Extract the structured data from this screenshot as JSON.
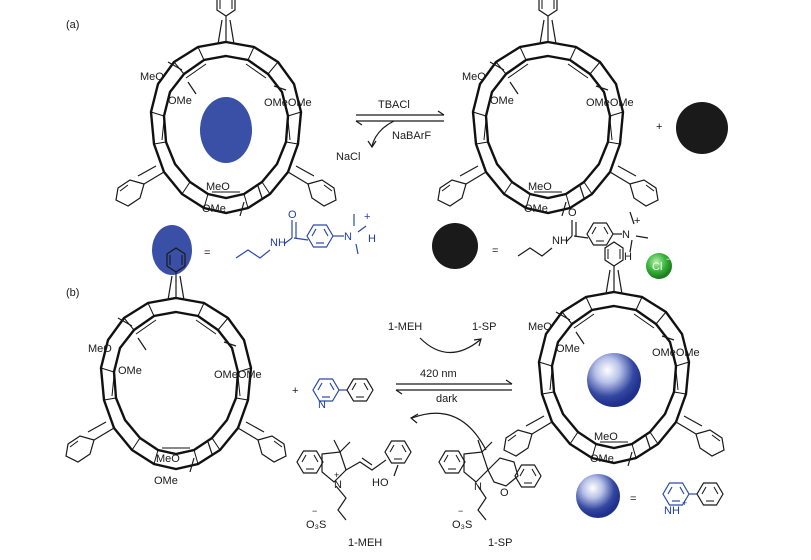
{
  "panel_a": {
    "label": "(a)",
    "host_left_labels": [
      "MeO",
      "OMe",
      "OMeOMe",
      "MeO",
      "OMe"
    ],
    "host_right_labels": [
      "MeO",
      "OMe",
      "OMeOMe",
      "MeO",
      "OMe"
    ],
    "arrow_forward": "TBACl",
    "arrow_backward": "NaBArF",
    "byproduct": "NaCl",
    "plus": "+",
    "equals": "=",
    "guest_blue_nh": "NH",
    "guest_blue_n": "N",
    "guest_blue_charge": "+",
    "guest_blue_h": "H",
    "guest_blue_o": "O",
    "guest_black_nh": "NH",
    "guest_black_n": "N",
    "guest_black_charge": "+",
    "guest_black_h": "H",
    "guest_black_o": "O",
    "chloride": "Cl",
    "chloride_charge": "−",
    "colors": {
      "blue_guest": "#3a4fa6",
      "black_guest": "#1a1a1a",
      "chloride": "#38b53a"
    }
  },
  "panel_b": {
    "label": "(b)",
    "host_left_labels": [
      "MeO",
      "OMe",
      "OMeOMe",
      "MeO",
      "OMe"
    ],
    "host_right_labels": [
      "MeO",
      "OMe",
      "OMeOMe",
      "MeO",
      "OMe"
    ],
    "plus": "+",
    "pyridine_n": "N",
    "photo_start": "1-MEH",
    "photo_end": "1-SP",
    "light_label": "420 nm",
    "dark_label": "dark",
    "meh_label": "1-MEH",
    "sp_label": "1-SP",
    "meh_n": "N",
    "meh_charge": "+",
    "meh_oh": "HO",
    "meh_so3": "O₃S",
    "meh_so3_charge": "−",
    "sp_n": "N",
    "sp_o": "O",
    "sp_so3": "O₃S",
    "sp_so3_charge": "−",
    "equals": "=",
    "pyridinium_nh": "NH",
    "pyridinium_charge": "+",
    "colors": {
      "sphere_light": "#ffffff",
      "sphere_dark": "#1e2f8c"
    }
  }
}
